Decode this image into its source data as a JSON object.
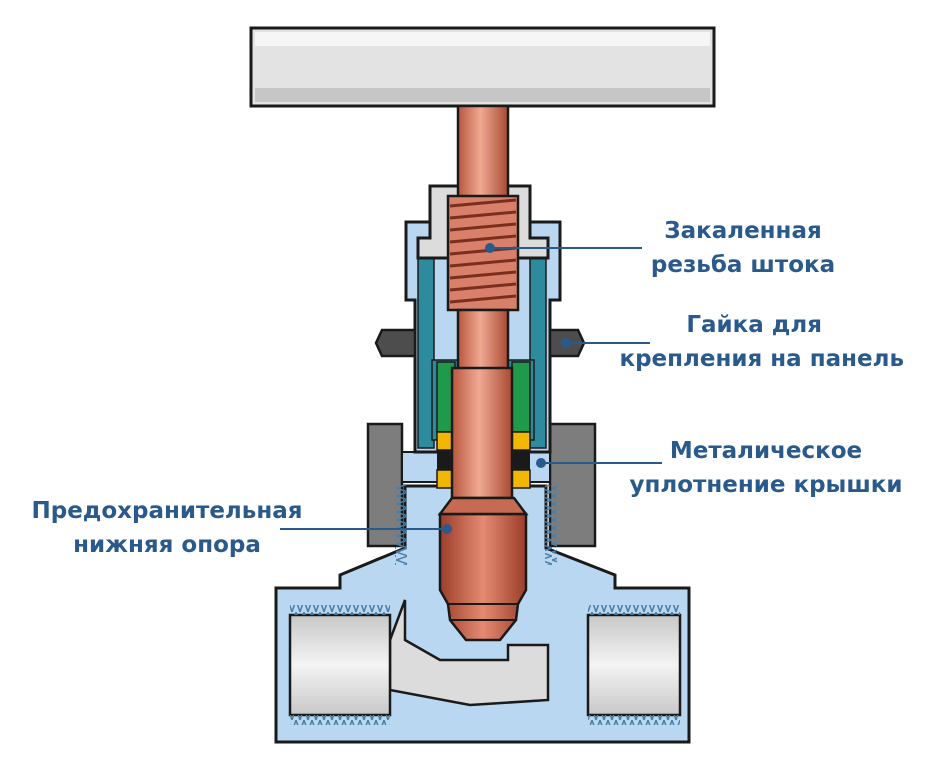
{
  "colors": {
    "label": "#2a5a8c",
    "outline": "#1a1a1a",
    "body_blue": "#b9d7f0",
    "steel": "#dcdcdc",
    "copper": "#d8806a",
    "copper_dark": "#a5462f",
    "packing_teal": "#2e8b9d",
    "packing_green": "#1f9a4a",
    "gasket_yellow": "#f2b705",
    "dark_gray": "#4d4d4d",
    "nut_gray": "#7d7d7d"
  },
  "callouts": {
    "thread": {
      "line1": "Закаленная",
      "line2": "резьба штока"
    },
    "panel_nut": {
      "line1": "Гайка для",
      "line2": "крепления на панель"
    },
    "metal_seal": {
      "line1": "Металическое",
      "line2": "уплотнение крышки"
    },
    "lower_support": {
      "line1": "Предохранительная",
      "line2": "нижняя опора"
    }
  }
}
